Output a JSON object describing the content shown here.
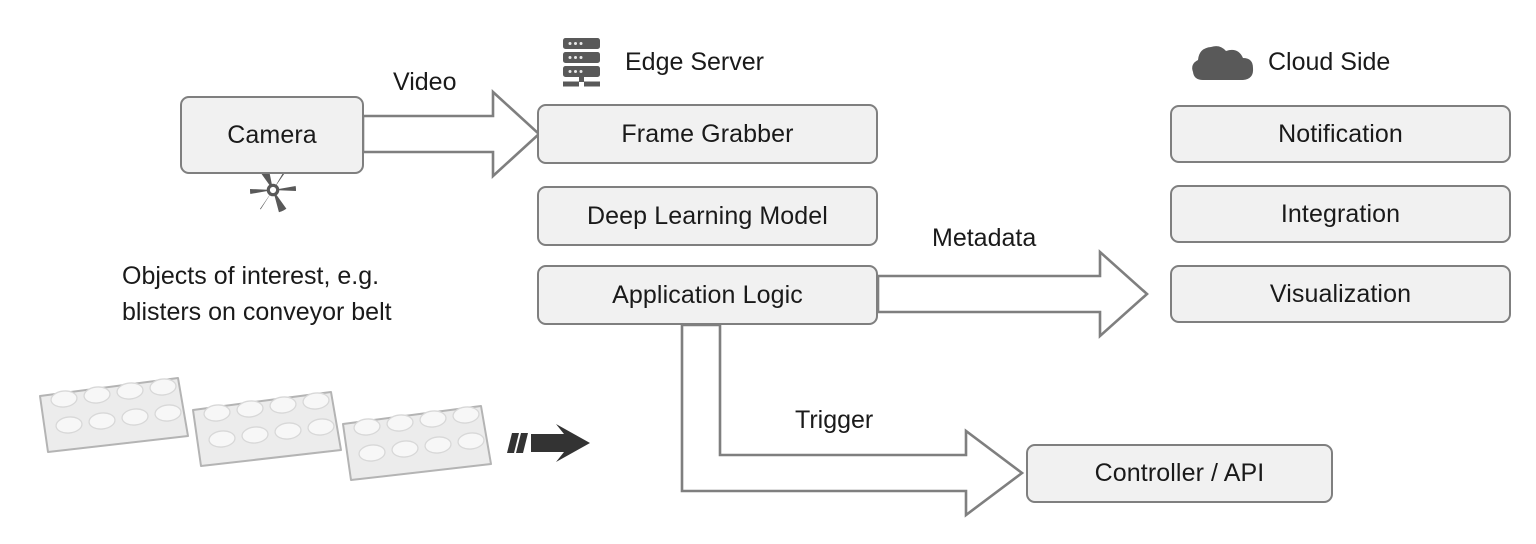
{
  "diagram": {
    "title_implicit": "Edge video analytics architecture",
    "colors": {
      "box_fill": "#f1f1f1",
      "box_border": "#7f7f7f",
      "arrow_stroke": "#7f7f7f",
      "arrow_fill": "#ffffff",
      "icon_gray": "#595959",
      "motion_arrow": "#333333",
      "text": "#1a1a1a",
      "background": "#ffffff"
    }
  },
  "sections": {
    "edge": {
      "label": "Edge Server",
      "icon": "server-rack-icon",
      "boxes": [
        {
          "label": "Frame Grabber"
        },
        {
          "label": "Deep Learning Model"
        },
        {
          "label": "Application Logic"
        }
      ]
    },
    "cloud": {
      "label": "Cloud Side",
      "icon": "cloud-icon",
      "boxes": [
        {
          "label": "Notification"
        },
        {
          "label": "Integration"
        },
        {
          "label": "Visualization"
        }
      ]
    }
  },
  "source": {
    "camera": {
      "label": "Camera",
      "icon": "camera-aperture-icon"
    },
    "caption_line1": "Objects of interest, e.g.",
    "caption_line2": "blisters on conveyor belt",
    "conveyor": {
      "icon": "blister-packs-icon",
      "pack_count": 3,
      "cavities_per_pack": 8,
      "motion_icon": "motion-arrow-icon"
    }
  },
  "actuator": {
    "controller": {
      "label": "Controller / API"
    }
  },
  "flows": [
    {
      "label": "Video",
      "from": "Camera",
      "to": "Frame Grabber",
      "arrow": "block-arrow-right"
    },
    {
      "label": "Metadata",
      "from": "Application Logic",
      "to": "Visualization",
      "arrow": "block-arrow-right"
    },
    {
      "label": "Trigger",
      "from": "Application Logic",
      "to": "Controller / API",
      "arrow": "block-arrow-elbow-down-right"
    }
  ]
}
